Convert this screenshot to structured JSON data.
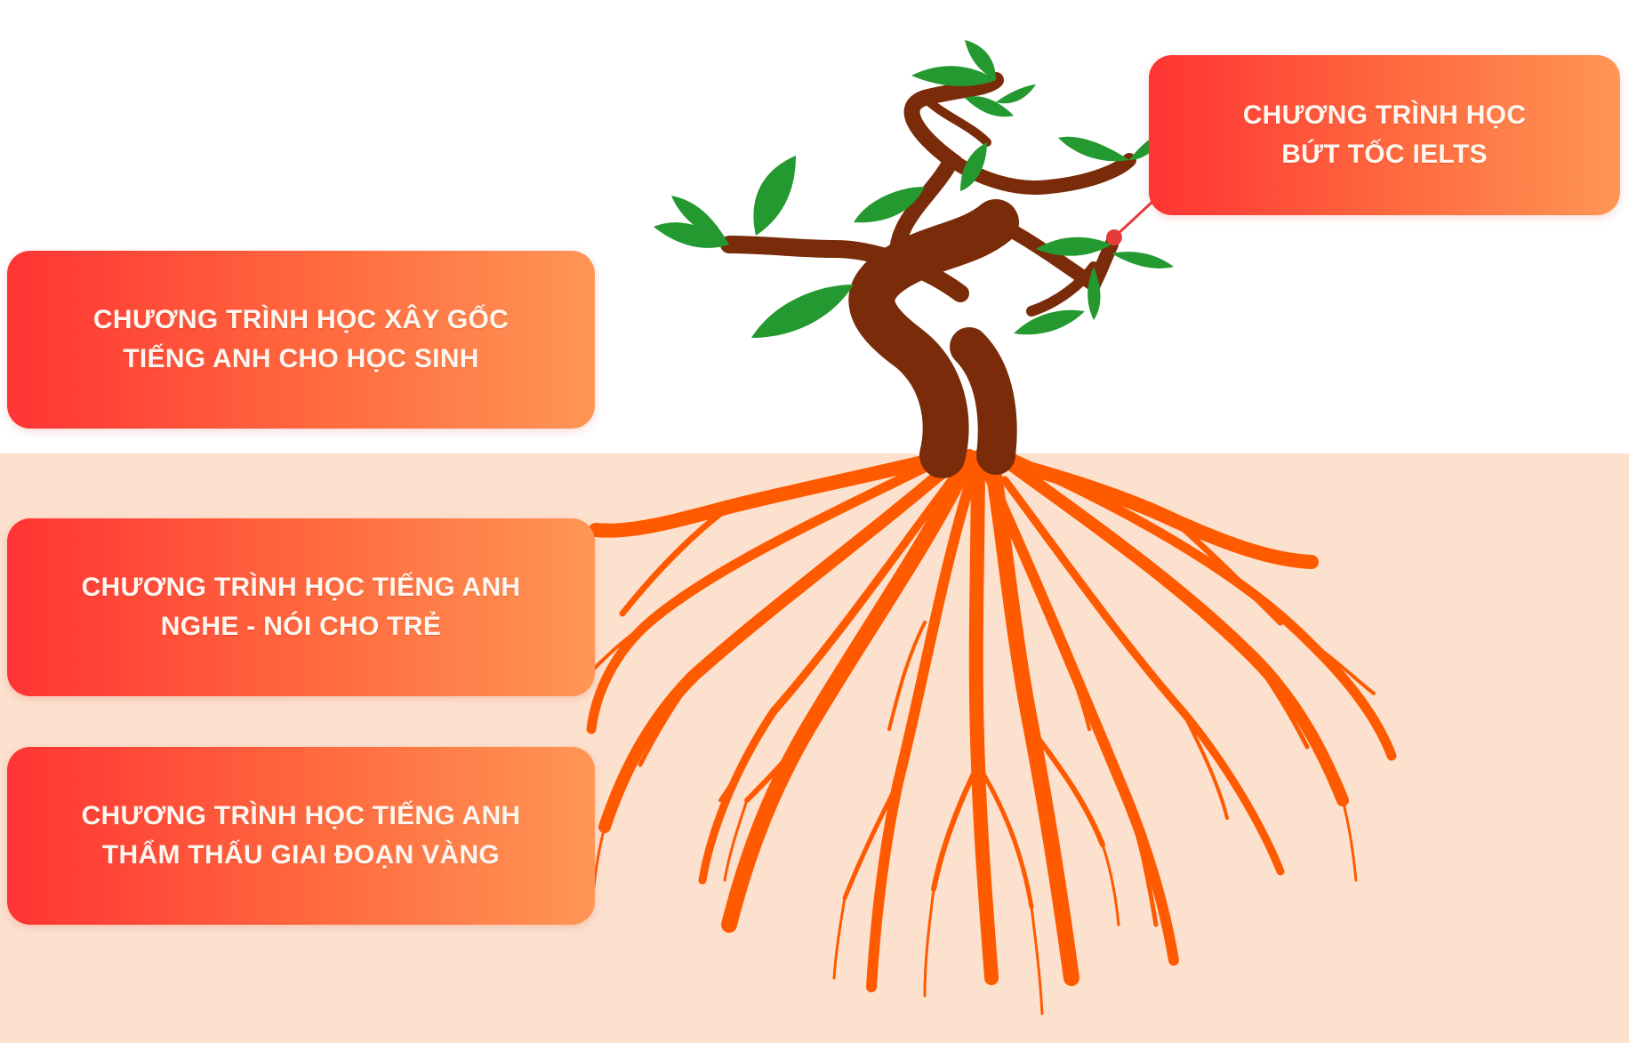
{
  "colors": {
    "soil_background": "#fde1cf",
    "card_gradient_start": "#ff3434",
    "card_gradient_end": "#ff9656",
    "trunk": "#7a2c0a",
    "leaf": "#24992f",
    "roots": "#ff5a00"
  },
  "cards": {
    "ielts": {
      "line1": "CHƯƠNG TRÌNH HỌC",
      "line2": "BỨT TỐC IELTS"
    },
    "foundation": {
      "line1": "CHƯƠNG TRÌNH HỌC XÂY GỐC",
      "line2": "TIẾNG ANH CHO HỌC SINH"
    },
    "listening": {
      "line1": "CHƯƠNG TRÌNH HỌC TIẾNG ANH",
      "line2": "NGHE - NÓI CHO TRẺ"
    },
    "golden": {
      "line1": "CHƯƠNG TRÌNH HỌC TIẾNG ANH",
      "line2": "THẨM THẤU GIAI ĐOẠN VÀNG"
    }
  }
}
